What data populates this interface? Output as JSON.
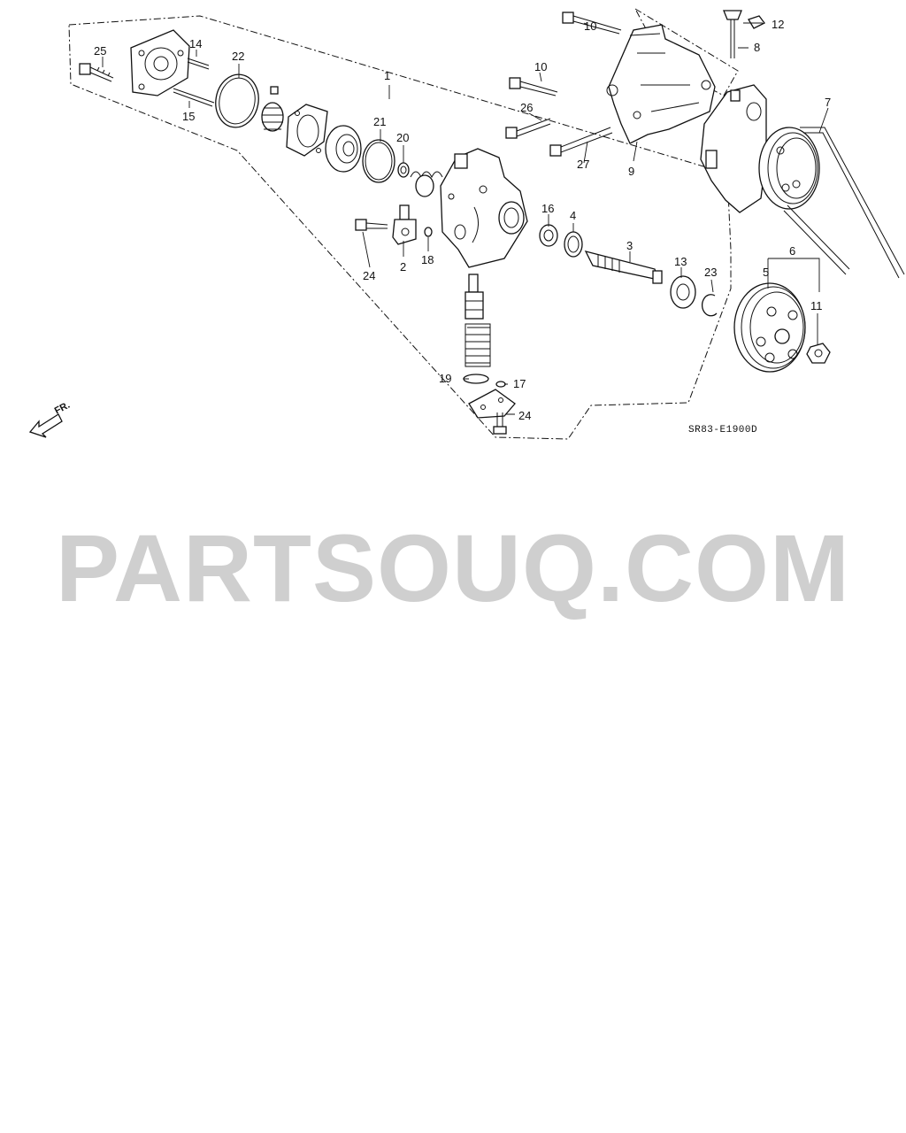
{
  "diagram": {
    "callouts": [
      "1",
      "2",
      "3",
      "4",
      "5",
      "6",
      "7",
      "8",
      "9",
      "10",
      "10",
      "11",
      "12",
      "13",
      "14",
      "15",
      "16",
      "17",
      "18",
      "19",
      "20",
      "21",
      "22",
      "23",
      "24",
      "24",
      "25",
      "26",
      "27"
    ],
    "figure_code": "SR83-E1900D",
    "direction_label": "FR."
  },
  "watermark": "PARTSOUQ.COM"
}
